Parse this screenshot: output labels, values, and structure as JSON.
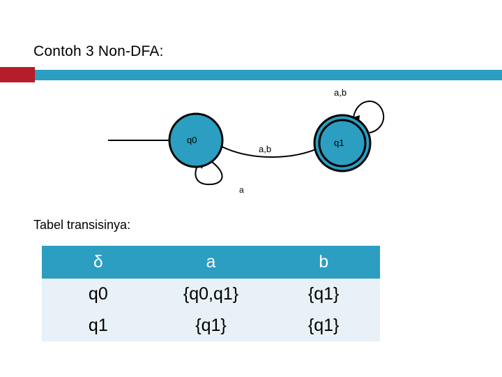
{
  "slide": {
    "title": "Contoh 3 Non-DFA:",
    "caption": "Tabel transisinya:",
    "accent_blue": "#2b9ec1",
    "accent_red": "#b51d2a",
    "table_row_bg": "#e8f1f7"
  },
  "automaton": {
    "states": [
      {
        "id": "q0",
        "label": "q0",
        "accepting": false
      },
      {
        "id": "q1",
        "label": "q1",
        "accepting": true
      }
    ],
    "labels": {
      "self_loop_q0": "a",
      "edge_q0_q1": "a,b",
      "self_loop_q1": "a,b"
    }
  },
  "table": {
    "headers": [
      "δ",
      "a",
      "b"
    ],
    "rows": [
      [
        "q0",
        "{q0,q1}",
        "{q1}"
      ],
      [
        "q1",
        "{q1}",
        "{q1}"
      ]
    ]
  }
}
